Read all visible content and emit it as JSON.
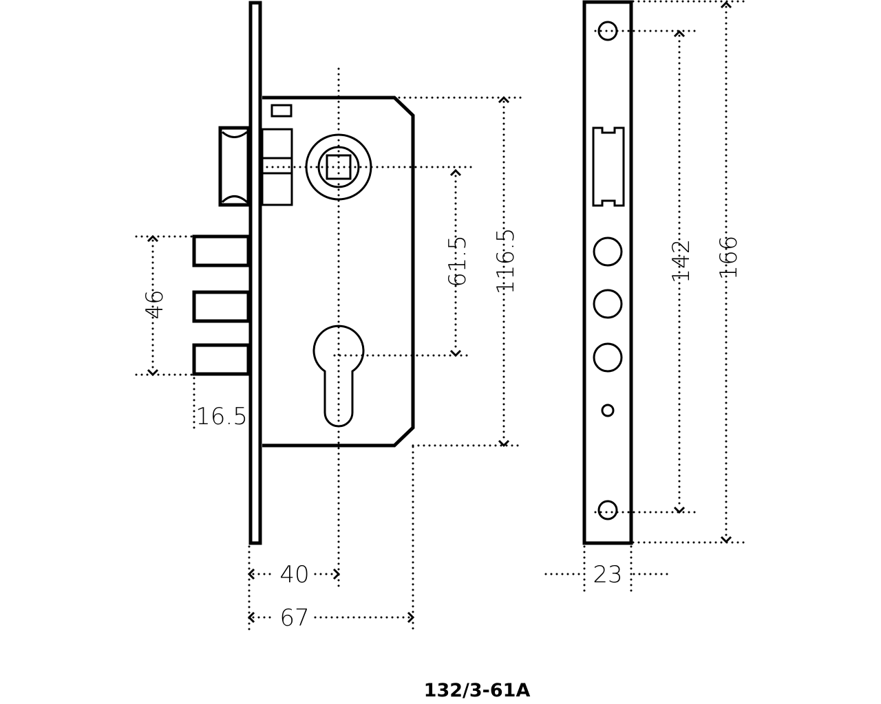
{
  "title": "132/3-61A",
  "dimensions": {
    "bolt_span": "46",
    "bolt_offset": "16.5",
    "spindle_to_cylinder": "61.5",
    "case_height": "116.5",
    "screw_spacing": "142",
    "faceplate_length": "166",
    "backset": "40",
    "case_depth": "67",
    "faceplate_width": "23"
  }
}
